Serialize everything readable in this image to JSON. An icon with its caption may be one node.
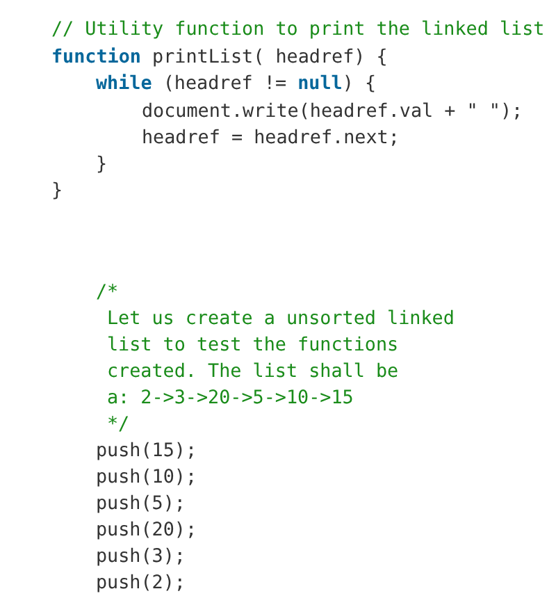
{
  "diagram": {
    "labels": [
      "// Utility function to print the linked list",
      "**function** printList( headref) {",
      "**while** (headref != **null**) {",
      "document.write(headref.val + \" \");",
      "headref = headref.next;",
      "}",
      "}",
      "/*",
      "Let us create a unsorted linked",
      "list to test the functions",
      "created. The list shall be",
      "a: 2->3->20->5->10->15",
      "*/",
      "push(15);",
      "push(10);",
      "push(5);",
      "push(20);",
      "push(3);",
      "push(2);"
    ]
  }
}
